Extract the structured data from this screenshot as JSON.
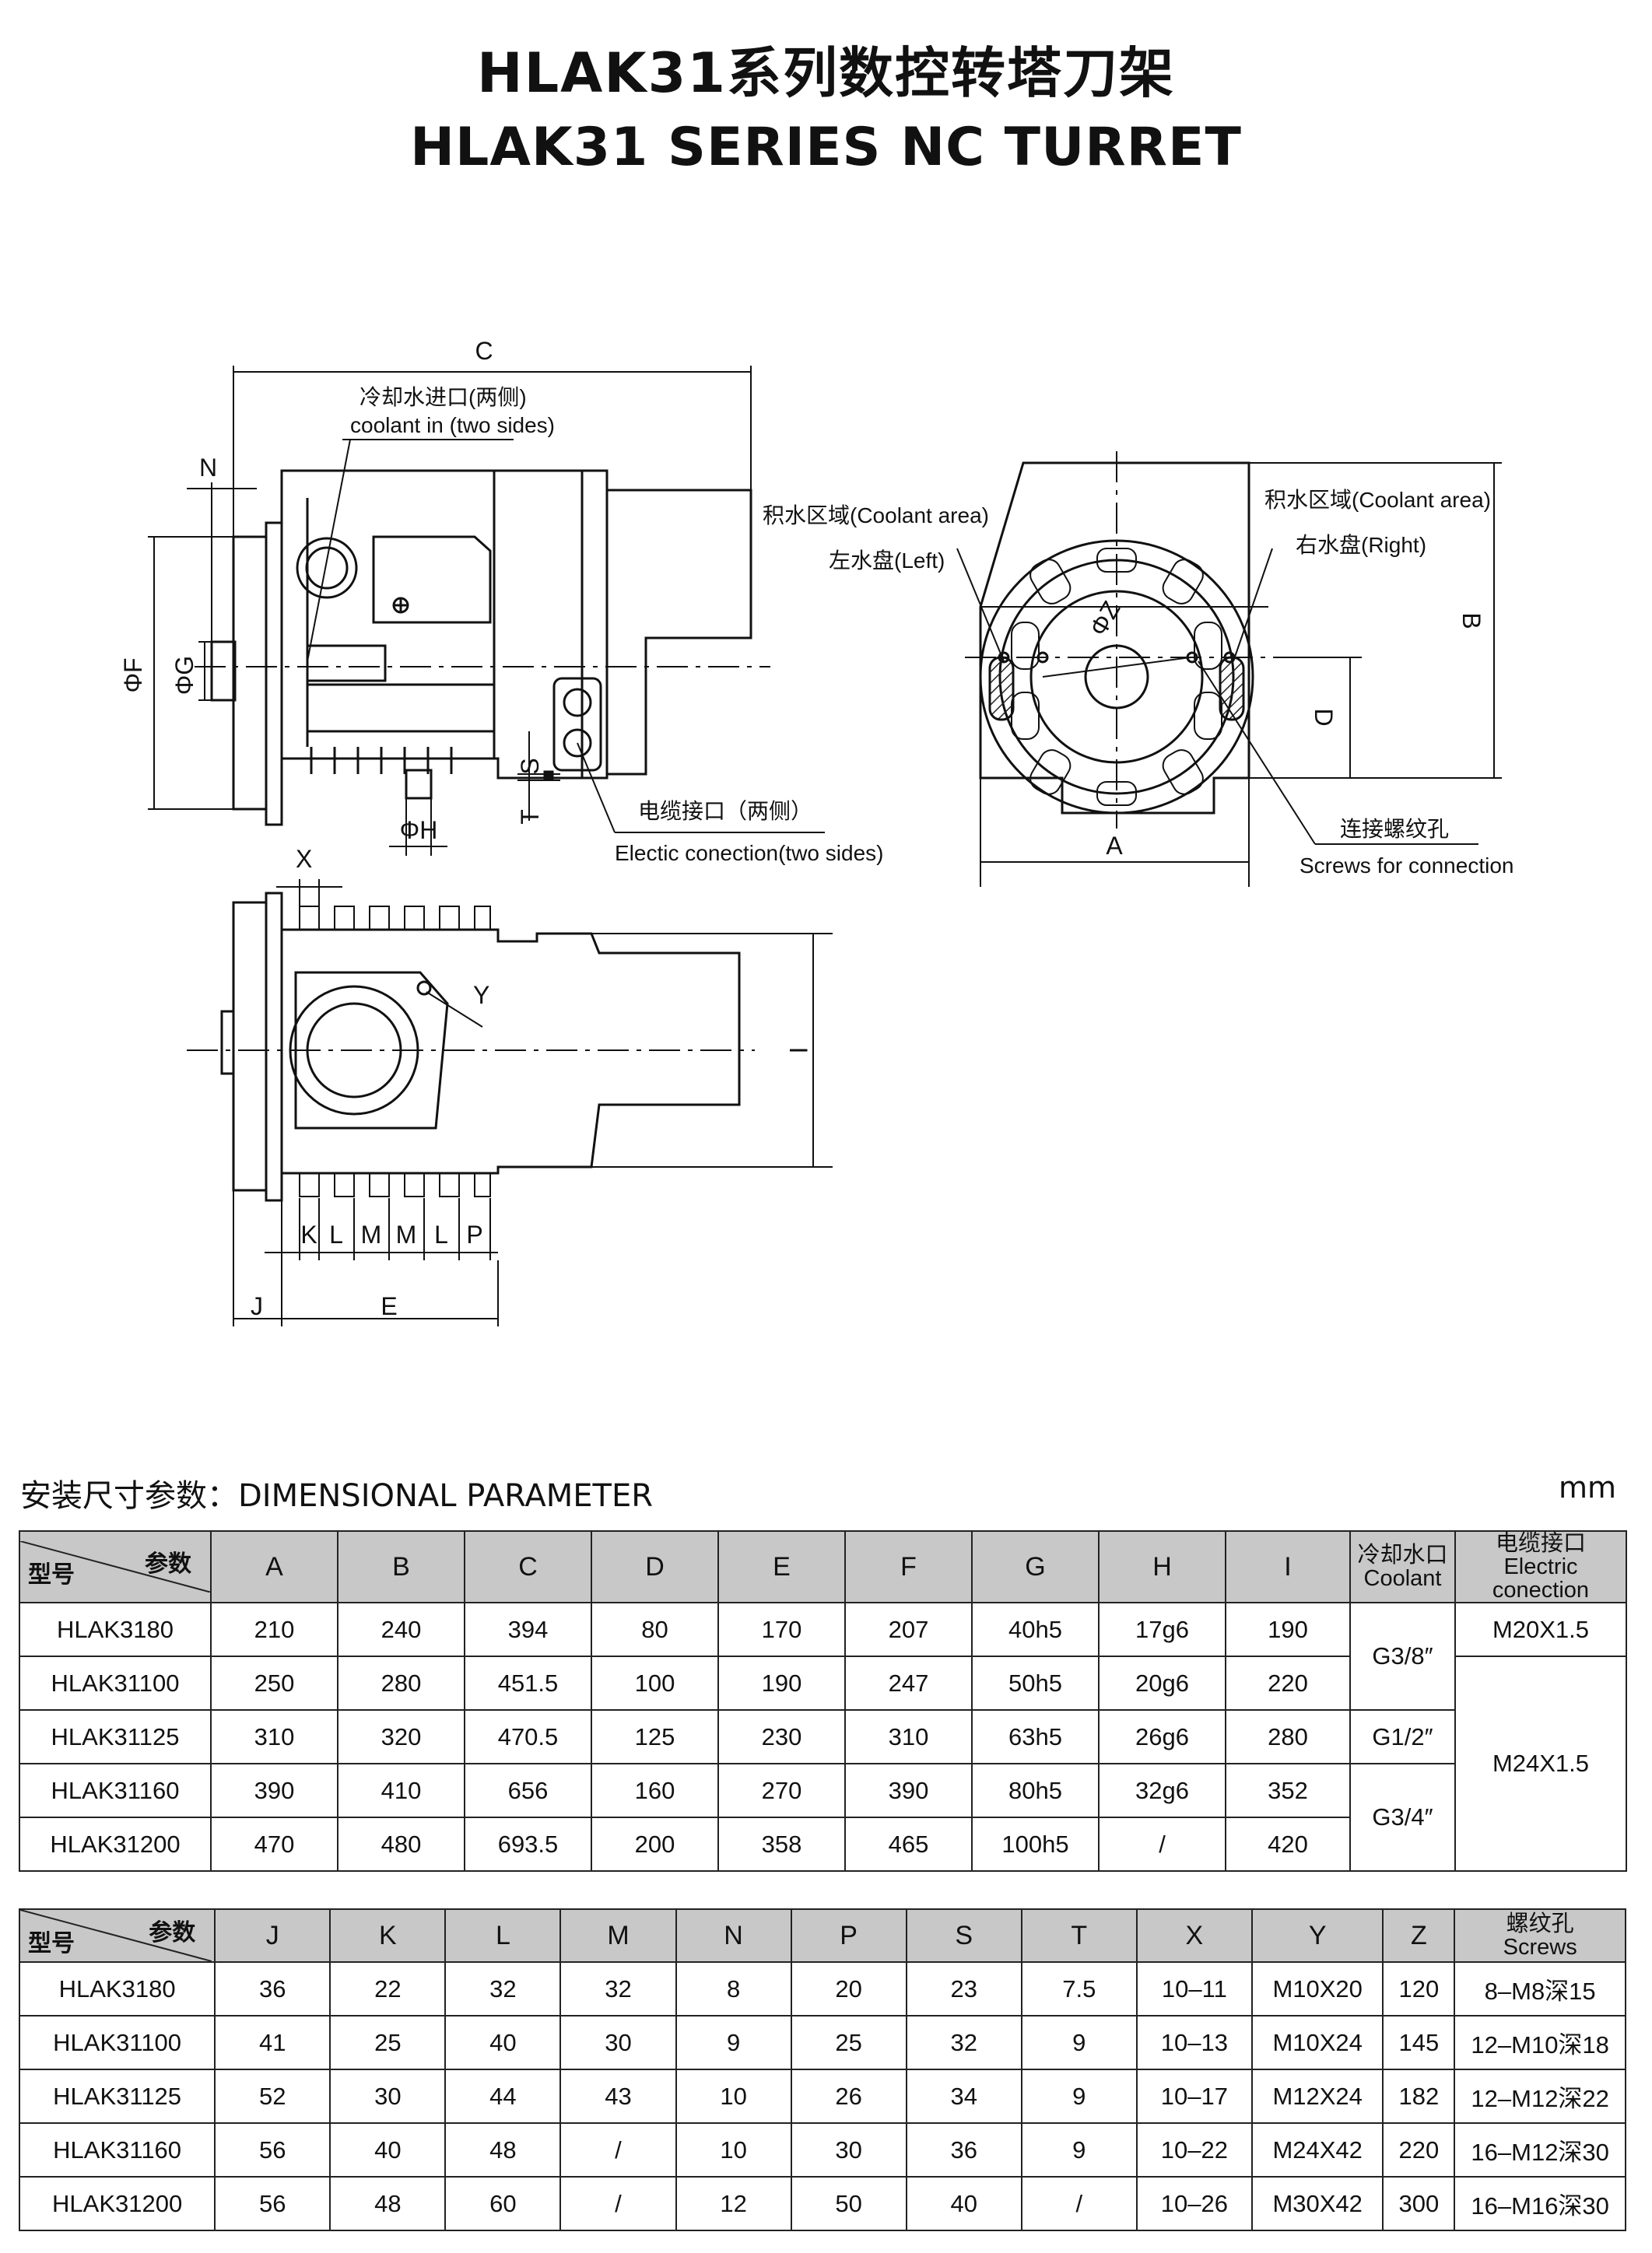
{
  "title_cn": "HLAK31系列数控转塔刀架",
  "title_en": "HLAK31 SERIES NC TURRET",
  "drawing": {
    "C": "C",
    "N": "N",
    "F": "ΦF",
    "G": "ΦG",
    "H": "ΦH",
    "S": "S",
    "T": "T",
    "X": "X",
    "Y": "Y",
    "I": "I",
    "J": "J",
    "E": "E",
    "K": "K",
    "L": "L",
    "M": "M",
    "M2": "M",
    "L2": "L",
    "P": "P",
    "A": "A",
    "B": "B",
    "D": "D",
    "Z": "ΦZ",
    "coolant_in_cn": "冷却水进口(两侧)",
    "coolant_in_en": "coolant in (two sides)",
    "electric_cn": "电缆接口（两侧）",
    "electric_en": "Electic conection(two sides)",
    "coolant_left_cn": "积水区域(Coolant area)",
    "coolant_left_sub": "左水盘(Left)",
    "coolant_right_cn": "积水区域(Coolant area)",
    "coolant_right_sub": "右水盘(Right)",
    "screws_cn": "连接螺纹孔",
    "screws_en": "Screws for connection"
  },
  "section_title": "安装尺寸参数：DIMENSIONAL PARAMETER",
  "unit": "mm",
  "header_param": "参数",
  "header_model": "型号",
  "table1": {
    "columns": [
      "A",
      "B",
      "C",
      "D",
      "E",
      "F",
      "G",
      "H",
      "I"
    ],
    "coolant_header_cn": "冷却水口",
    "coolant_header_en": "Coolant",
    "electric_header_cn": "电缆接口",
    "electric_header_en": "Electric conection",
    "rows": [
      {
        "model": "HLAK3180",
        "values": [
          "210",
          "240",
          "394",
          "80",
          "170",
          "207",
          "40h5",
          "17g6",
          "190"
        ]
      },
      {
        "model": "HLAK31100",
        "values": [
          "250",
          "280",
          "451.5",
          "100",
          "190",
          "247",
          "50h5",
          "20g6",
          "220"
        ]
      },
      {
        "model": "HLAK31125",
        "values": [
          "310",
          "320",
          "470.5",
          "125",
          "230",
          "310",
          "63h5",
          "26g6",
          "280"
        ]
      },
      {
        "model": "HLAK31160",
        "values": [
          "390",
          "410",
          "656",
          "160",
          "270",
          "390",
          "80h5",
          "32g6",
          "352"
        ]
      },
      {
        "model": "HLAK31200",
        "values": [
          "470",
          "480",
          "693.5",
          "200",
          "358",
          "465",
          "100h5",
          "/",
          "420"
        ]
      }
    ],
    "coolant_groups": [
      "G3/8″",
      "G1/2″",
      "G3/4″"
    ],
    "electric_groups": [
      "M20X1.5",
      "M24X1.5"
    ]
  },
  "table2": {
    "columns": [
      "J",
      "K",
      "L",
      "M",
      "N",
      "P",
      "S",
      "T",
      "X",
      "Y",
      "Z"
    ],
    "screws_header_cn": "螺纹孔",
    "screws_header_en": "Screws",
    "rows": [
      {
        "model": "HLAK3180",
        "values": [
          "36",
          "22",
          "32",
          "32",
          "8",
          "20",
          "23",
          "7.5",
          "10–11",
          "M10X20",
          "120"
        ],
        "screws": "8–M8深15"
      },
      {
        "model": "HLAK31100",
        "values": [
          "41",
          "25",
          "40",
          "30",
          "9",
          "25",
          "32",
          "9",
          "10–13",
          "M10X24",
          "145"
        ],
        "screws": "12–M10深18"
      },
      {
        "model": "HLAK31125",
        "values": [
          "52",
          "30",
          "44",
          "43",
          "10",
          "26",
          "34",
          "9",
          "10–17",
          "M12X24",
          "182"
        ],
        "screws": "12–M12深22"
      },
      {
        "model": "HLAK31160",
        "values": [
          "56",
          "40",
          "48",
          "/",
          "10",
          "30",
          "36",
          "9",
          "10–22",
          "M24X42",
          "220"
        ],
        "screws": "16–M12深30"
      },
      {
        "model": "HLAK31200",
        "values": [
          "56",
          "48",
          "60",
          "/",
          "12",
          "50",
          "40",
          "/",
          "10–26",
          "M30X42",
          "300"
        ],
        "screws": "16–M16深30"
      }
    ]
  }
}
